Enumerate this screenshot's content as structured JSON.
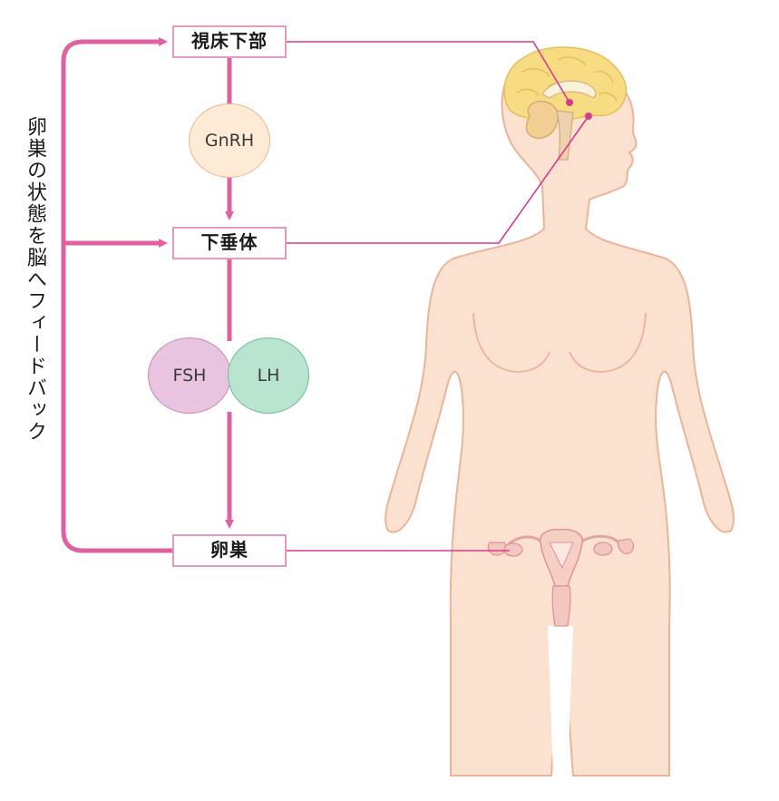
{
  "colors": {
    "arrow": "#e0619f",
    "box_border": "#e19ac0",
    "skin": "#fbe1cf",
    "skin_outline": "#eab49a",
    "brain": "#f7dc84",
    "gnrh_fill": "#fdebd6",
    "fsh_fill": "#e8c4e0",
    "lh_fill": "#b9e4cf"
  },
  "organs": {
    "hypothalamus": "視床下部",
    "pituitary": "下垂体",
    "ovary": "卵巣"
  },
  "hormones": {
    "gnrh": "GnRH",
    "fsh": "FSH",
    "lh": "LH"
  },
  "feedback_label": "卵巣の状態を脳へフィードバック",
  "illustration": {
    "figure": "female-body-silhouette",
    "details": [
      "brain-cross-section",
      "uterus-and-ovaries"
    ]
  }
}
